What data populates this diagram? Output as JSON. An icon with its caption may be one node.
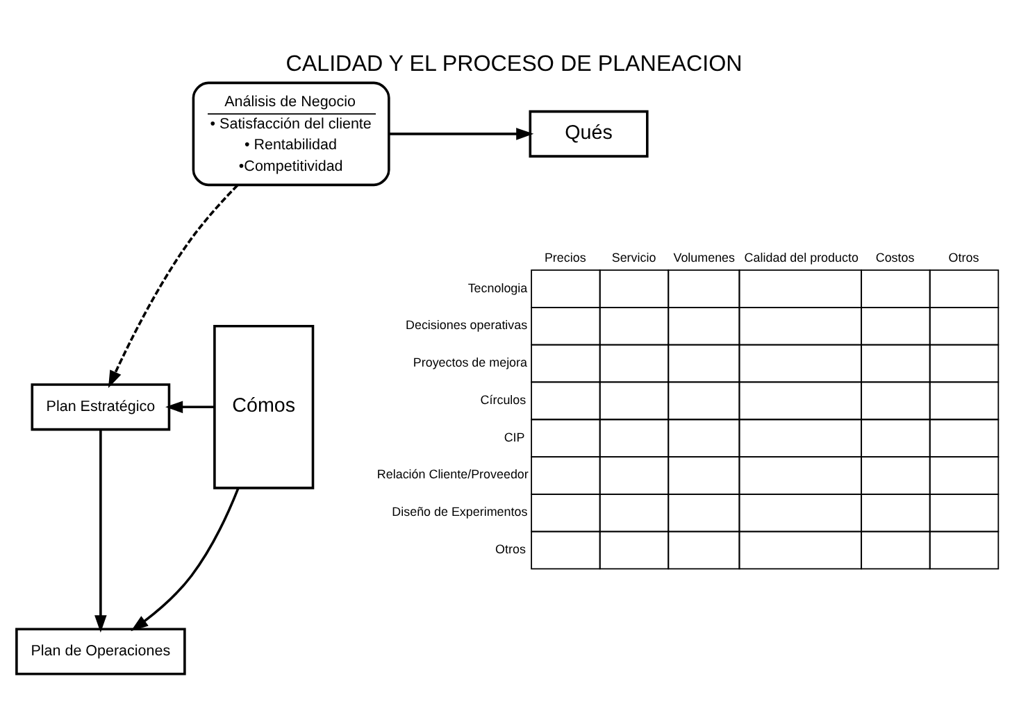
{
  "diagram": {
    "title": "CALIDAD Y EL PROCESO DE PLANEACION",
    "nodes": [
      {
        "text": [
          "Análisis de Negocio",
          "• Satisfacción del cliente",
          "• Rentabilidad",
          "•Competitividad"
        ]
      },
      {
        "text": [
          "Qués"
        ]
      },
      {
        "text": [
          "Plan Estratégico"
        ]
      },
      {
        "text": [
          "Plan de Operaciones"
        ]
      },
      {
        "text": [
          "Cómos"
        ]
      }
    ],
    "edges": [
      {
        "from": 0,
        "to": 1,
        "arrow": "to"
      },
      {
        "from": 0,
        "to": 2,
        "arrow": "to",
        "style": "dashed"
      },
      {
        "from": 2,
        "to": 3,
        "arrow": "to"
      },
      {
        "from": 4,
        "to": 2,
        "arrow": "to"
      },
      {
        "from": 4,
        "to": 3,
        "arrow": "to"
      }
    ],
    "labels": [
      "Precios",
      "Servicio",
      "Volumenes",
      "Calidad del producto",
      "Costos",
      "Otros",
      "Tecnologia",
      "Decisiones operativas",
      "Proyectos de mejora",
      "Círculos",
      "CIP",
      "Relación Cliente/Proveedor",
      "Diseño de Experimentos",
      "Otros"
    ]
  }
}
